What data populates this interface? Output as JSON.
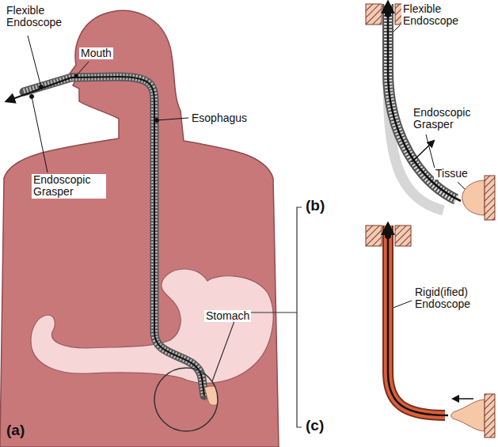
{
  "diagram": {
    "labels": [
      "Flexible Endoscope",
      "Mouth",
      "Endoscopic Grasper",
      "Esophagus",
      "Stomach",
      "(a)",
      "(b)",
      "Flexible Endoscope",
      "Endoscopic Grasper",
      "Tissue",
      "(c)",
      "Rigid(ified) Endoscope"
    ]
  }
}
